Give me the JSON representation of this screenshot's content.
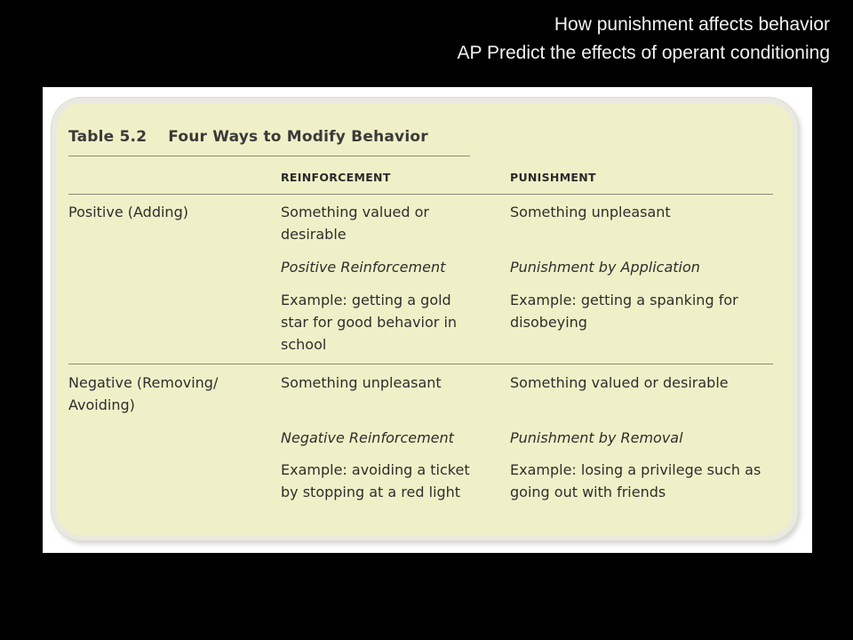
{
  "slide": {
    "title_line1": "How punishment affects behavior",
    "title_line2": "AP Predict the effects of operant conditioning"
  },
  "table": {
    "number": "Table 5.2",
    "title": "Four Ways to Modify Behavior",
    "columns": [
      "REINFORCEMENT",
      "PUNISHMENT"
    ],
    "rows": [
      {
        "label": "Positive (Adding)",
        "reinforcement": {
          "stimulus": "Something valued or desirable",
          "term": "Positive Reinforcement",
          "example": "Example: getting a gold star for good behavior in school"
        },
        "punishment": {
          "stimulus": "Something unpleasant",
          "term": "Punishment by Application",
          "example": "Example: getting a spanking for disobeying"
        }
      },
      {
        "label": "Negative (Removing/ Avoiding)",
        "reinforcement": {
          "stimulus": "Something unpleasant",
          "term": "Negative Reinforcement",
          "example": "Example: avoiding a ticket by stopping at a red light"
        },
        "punishment": {
          "stimulus": "Something valued or desirable",
          "term": "Punishment by Removal",
          "example": "Example: losing a privilege such as going out with friends"
        }
      }
    ]
  }
}
